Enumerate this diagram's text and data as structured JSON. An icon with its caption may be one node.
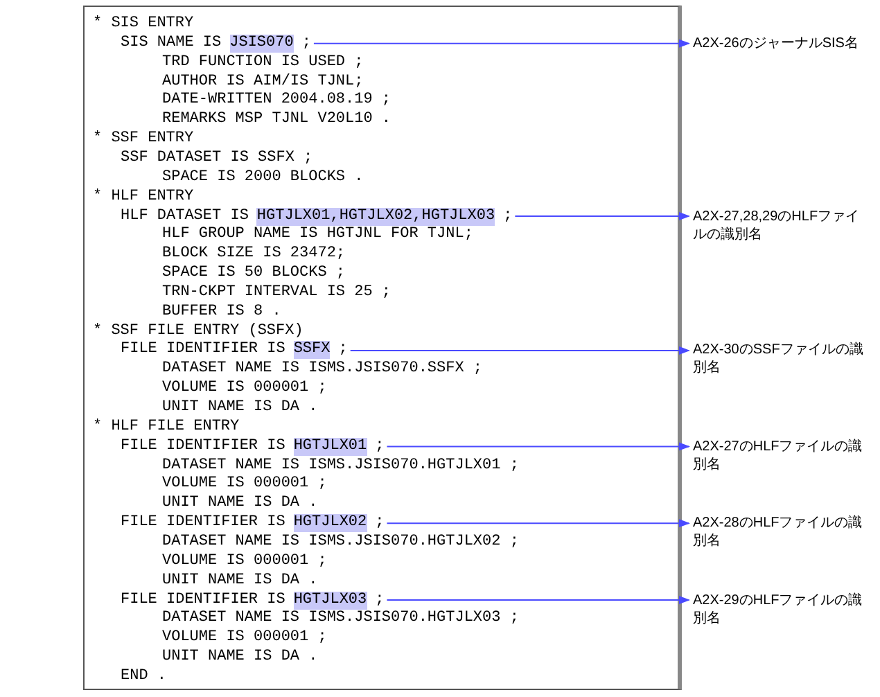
{
  "diagram": {
    "nodes": [
      {
        "text": [
          "* SIS ENTRY",
          "TRD FUNCTION IS USED ;",
          "AUTHOR IS AIM/IS TJNL;",
          "DATE-WRITTEN 2004.08.19 ;",
          "REMARKS MSP TJNL V20L10 .",
          "* SSF ENTRY",
          "SSF DATASET IS SSFX ;",
          "SPACE IS 2000 BLOCKS .",
          "* HLF ENTRY",
          "HLF GROUP NAME IS HGTJNL FOR TJNL;",
          "BLOCK SIZE IS 23472;",
          "SPACE IS 50 BLOCKS ;",
          "TRN-CKPT INTERVAL IS 25 ;",
          "BUFFER IS 8 .",
          "* SSF FILE ENTRY (SSFX)",
          "DATASET NAME IS ISMS.JSIS070.SSFX ;",
          "VOLUME IS 000001 ;",
          "UNIT NAME IS DA .",
          "* HLF FILE ENTRY",
          "DATASET NAME IS ISMS.JSIS070.HGTJLX01 ;",
          "VOLUME IS 000001 ;",
          "UNIT NAME IS DA .",
          "DATASET NAME IS ISMS.JSIS070.HGTJLX02 ;",
          "VOLUME IS 000001 ;",
          "UNIT NAME IS DA .",
          "DATASET NAME IS ISMS.JSIS070.HGTJLX03 ;",
          "VOLUME IS 000001 ;",
          "UNIT NAME IS DA .",
          "END ."
        ]
      },
      {
        "text": [
          "SIS NAME IS",
          "JSIS070",
          ";"
        ],
        "in": 0
      },
      {
        "text": [
          "HLF DATASET IS",
          "HGTJLX01,HGTJLX02,HGTJLX03",
          ";"
        ],
        "in": 0
      },
      {
        "text": [
          "FILE IDENTIFIER IS",
          "SSFX",
          ";"
        ],
        "in": 0
      },
      {
        "text": [
          "FILE IDENTIFIER IS",
          "HGTJLX01",
          ";"
        ],
        "in": 0
      },
      {
        "text": [
          "FILE IDENTIFIER IS",
          "HGTJLX02",
          ";"
        ],
        "in": 0
      },
      {
        "text": [
          "FILE IDENTIFIER IS",
          "HGTJLX03",
          ";"
        ],
        "in": 0
      },
      {
        "text": [
          "A2X-26のジャーナルSIS名"
        ]
      },
      {
        "text": [
          "A2X-27,28,29のHLFファイルの識別名"
        ]
      },
      {
        "text": [
          "A2X-30のSSFファイルの識別名"
        ]
      },
      {
        "text": [
          "A2X-27のHLFファイルの識別名"
        ]
      },
      {
        "text": [
          "A2X-28のHLFファイルの識別名"
        ]
      },
      {
        "text": [
          "A2X-29のHLFファイルの識別名"
        ]
      }
    ],
    "edges": [
      {
        "from": 1,
        "to": 7,
        "arrow": "to"
      },
      {
        "from": 2,
        "to": 8,
        "arrow": "to"
      },
      {
        "from": 3,
        "to": 9,
        "arrow": "to"
      },
      {
        "from": 4,
        "to": 10,
        "arrow": "to"
      },
      {
        "from": 5,
        "to": 11,
        "arrow": "to"
      },
      {
        "from": 6,
        "to": 12,
        "arrow": "to"
      }
    ]
  }
}
